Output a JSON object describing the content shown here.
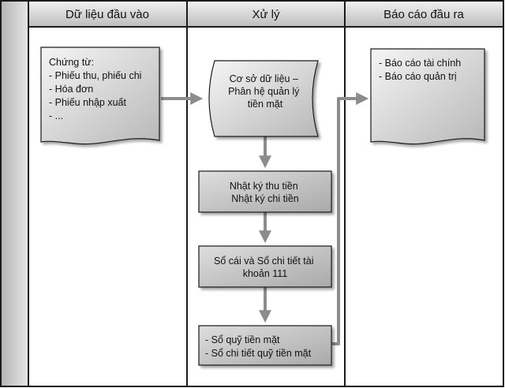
{
  "lanes": [
    {
      "title": "Dữ liệu đầu vào"
    },
    {
      "title": "Xử lý"
    },
    {
      "title": "Báo cáo đầu ra"
    }
  ],
  "input_doc": {
    "lines": [
      "Chứng từ:",
      "- Phiếu thu, phiếu chi",
      "- Hóa đơn",
      "- Phiếu nhập xuất",
      "- ..."
    ]
  },
  "database": {
    "lines": [
      "Cơ sở dữ liệu –",
      "Phân hệ quản lý",
      "tiền mặt"
    ]
  },
  "process_journal": {
    "lines": [
      "Nhật ký thu tiền",
      "Nhật ký chi tiền"
    ]
  },
  "process_ledger": {
    "lines": [
      "Sổ cái và Sổ chi tiết tài",
      "khoản 111"
    ]
  },
  "process_cashbook": {
    "lines": [
      "- Sổ quỹ tiền mặt",
      "- Sổ chi tiết quỹ tiền mặt"
    ]
  },
  "output_doc": {
    "lines": [
      "- Báo cáo tài chính",
      "- Báo cáo quản trị"
    ]
  },
  "colors": {
    "header_fill": "#c9c9c9",
    "shape_fill": "#cfcfcf",
    "box_fill": "#b9b9b9",
    "arrow": "#8c8c8c",
    "border": "#1a1a1a"
  }
}
